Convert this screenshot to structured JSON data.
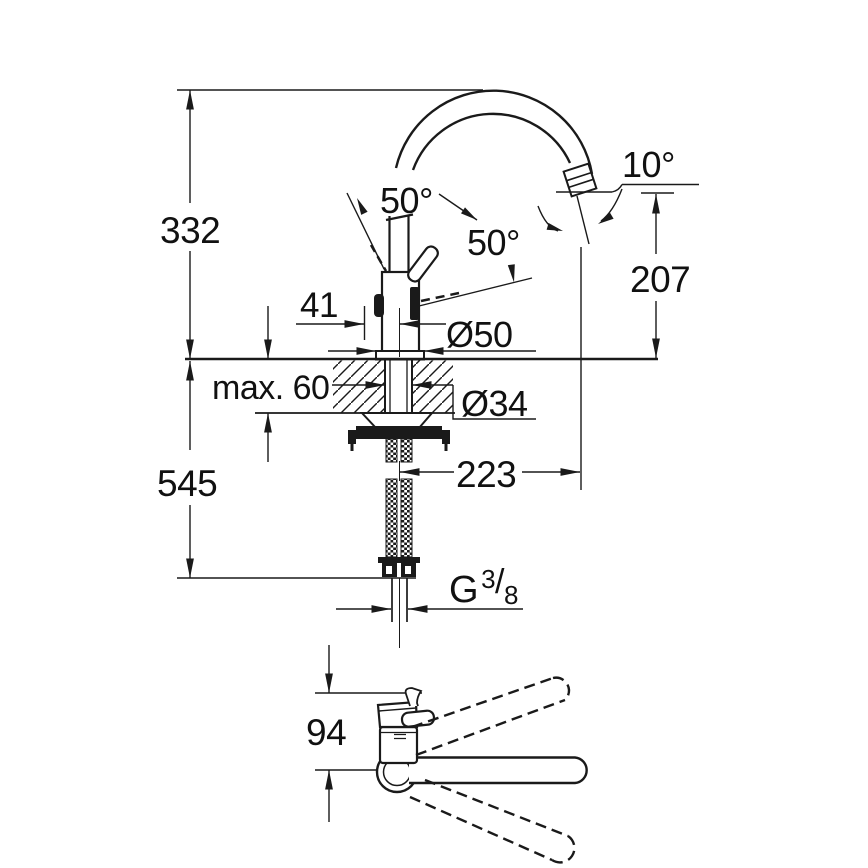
{
  "colors": {
    "line": "#1a1a1a",
    "background": "#ffffff"
  },
  "front_view": {
    "overall_height": "332",
    "below_counter_height": "545",
    "max_mounting_thickness": "max. 60",
    "handle_offset": "41",
    "base_diameter": "Ø50",
    "shank_diameter": "Ø34",
    "spout_reach": "223",
    "outlet_height": "207",
    "swivel_angle": "10°",
    "lever_angle_back": "50°",
    "lever_angle_front": "50°",
    "thread": {
      "prefix": "G",
      "numerator": "3",
      "slash": "/",
      "denominator": "8"
    }
  },
  "top_view": {
    "body_depth": "94"
  }
}
